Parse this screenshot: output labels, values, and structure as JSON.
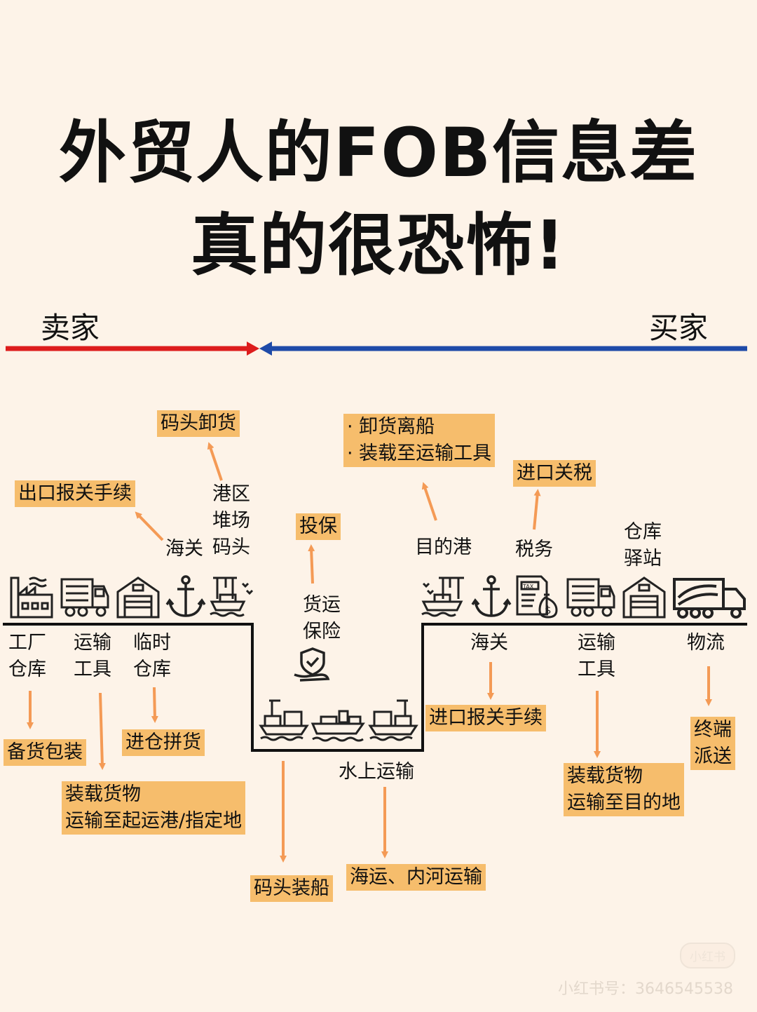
{
  "title": {
    "line1": "外贸人的FOB信息差",
    "line2": "真的很恐怖!"
  },
  "parties": {
    "seller": "卖家",
    "buyer": "买家"
  },
  "colors": {
    "seller_arrow": "#dd1c1c",
    "buyer_arrow": "#1e4aa8",
    "note_bg": "#f6bd6c",
    "flow_arrow": "#f49a55",
    "background": "#fdf3e8"
  },
  "seller_side": {
    "stages": {
      "factory_warehouse": [
        "工厂",
        "仓库"
      ],
      "transport": [
        "运输",
        "工具"
      ],
      "temp_warehouse": [
        "临时",
        "仓库"
      ],
      "customs": "海关",
      "port": [
        "港区",
        "堆场",
        "码头"
      ]
    },
    "notes": {
      "stock_packing": "备货包装",
      "load_transport": [
        "装载货物",
        "运输至起运港/指定地"
      ],
      "consolidation": "进仓拼货",
      "export_customs": "出口报关手续",
      "dock_unloading": "码头卸货"
    }
  },
  "middle": {
    "insurance": [
      "货运",
      "保险"
    ],
    "insurance_note": "投保",
    "water_transport": "水上运输",
    "dock_loading": "码头装船",
    "sea_river": "海运、内河运输"
  },
  "buyer_side": {
    "stages": {
      "dest_port": "目的港",
      "taxes": "税务",
      "warehouse_station": [
        "仓库",
        "驿站"
      ],
      "customs": "海关",
      "transport": [
        "运输",
        "工具"
      ],
      "logistics": "物流"
    },
    "notes": {
      "unload": [
        "· 卸货离船",
        "· 装载至运输工具"
      ],
      "import_duty": "进口关税",
      "import_customs": "进口报关手续",
      "load_to_dest": [
        "装载货物",
        "运输至目的地"
      ],
      "last_mile": [
        "终端",
        "派送"
      ]
    }
  },
  "icons": {
    "seller": [
      "factory-icon",
      "truck-icon",
      "warehouse-icon",
      "anchor-icon",
      "port-crane-icon"
    ],
    "middle": [
      "cargo-ship-icon",
      "container-ship-icon",
      "cargo-ship-icon",
      "insurance-shield-icon"
    ],
    "buyer": [
      "port-crane-icon",
      "anchor-icon",
      "tax-icon",
      "truck-icon",
      "warehouse-icon",
      "delivery-truck-icon"
    ]
  },
  "watermark": {
    "badge": "小红书",
    "account": "小红书号：3646545538"
  }
}
